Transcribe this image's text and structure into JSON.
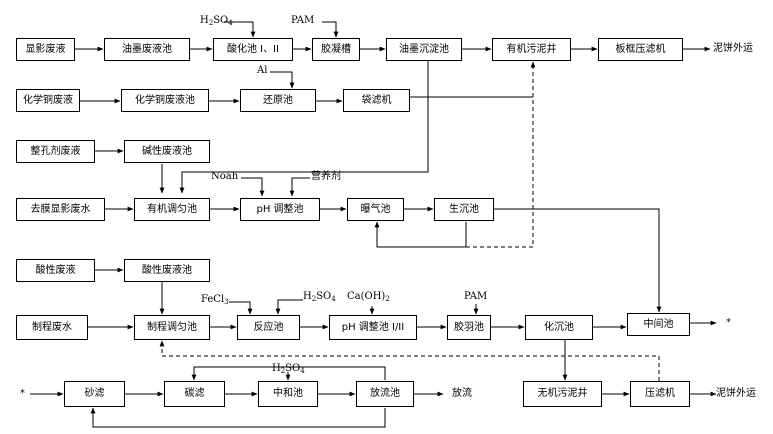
{
  "boxes": {
    "xianying_feiye": "显影废液",
    "youmo_feiye_chi": "油墨废液池",
    "suanhua_chi": "酸化池 I、II",
    "jiaoning_cao": "胶凝槽",
    "youmo_chendian_chi": "油墨沉淀池",
    "youji_wuni_jing": "有机污泥井",
    "bankuang_yaolvji": "板框压滤机",
    "huaxuetong_feiye": "化学铜废液",
    "huaxuetong_feiye_chi": "化学铜废液池",
    "huanyuan_chi": "还原池",
    "dailvji": "袋滤机",
    "zhengkongji_feiye": "整孔剂废液",
    "jianxing_feiye_chi": "碱性废液池",
    "qumo_xianying_feishui": "去膜显影废水",
    "youji_tiaojun_chi": "有机调匀池",
    "ph_tiaozheng_chi": "pH 调整池",
    "baoqi_chi": "曝气池",
    "shengchen_chi": "生沉池",
    "suanxing_feiye": "酸性废液",
    "suanxing_feiye_chi": "酸性废液池",
    "zhicheng_feishui": "制程废水",
    "zhicheng_tiaojun_chi": "制程调匀池",
    "fanying_chi": "反应池",
    "ph_tiaozheng_chi_2": "pH 调整池 I/II",
    "jiaoyu_chi": "胶羽池",
    "huachen_chi": "化沉池",
    "zhongjian_chi": "中间池",
    "shalv": "砂滤",
    "tanlv": "碳滤",
    "zhonghe_chi": "中和池",
    "fangliu_chi": "放流池",
    "wuji_wuni_jing": "无机污泥井",
    "yaolvji": "压滤机"
  },
  "labels": {
    "nibing_waiyun_1": "泥饼外运",
    "nibing_waiyun_2": "泥饼外运",
    "fangliu": "放流",
    "yingyangji": "营养剂",
    "star_out": "*",
    "star_in": "*"
  },
  "reagents": {
    "h2so4_1": "H2SO4",
    "pam_1": "PAM",
    "al": "Al",
    "noah": "Noah",
    "fecl3": "FeCl3",
    "h2so4_2": "H2SO4",
    "caoh2": "Ca(OH)2",
    "pam_2": "PAM",
    "h2so4_3": "H2SO4"
  }
}
